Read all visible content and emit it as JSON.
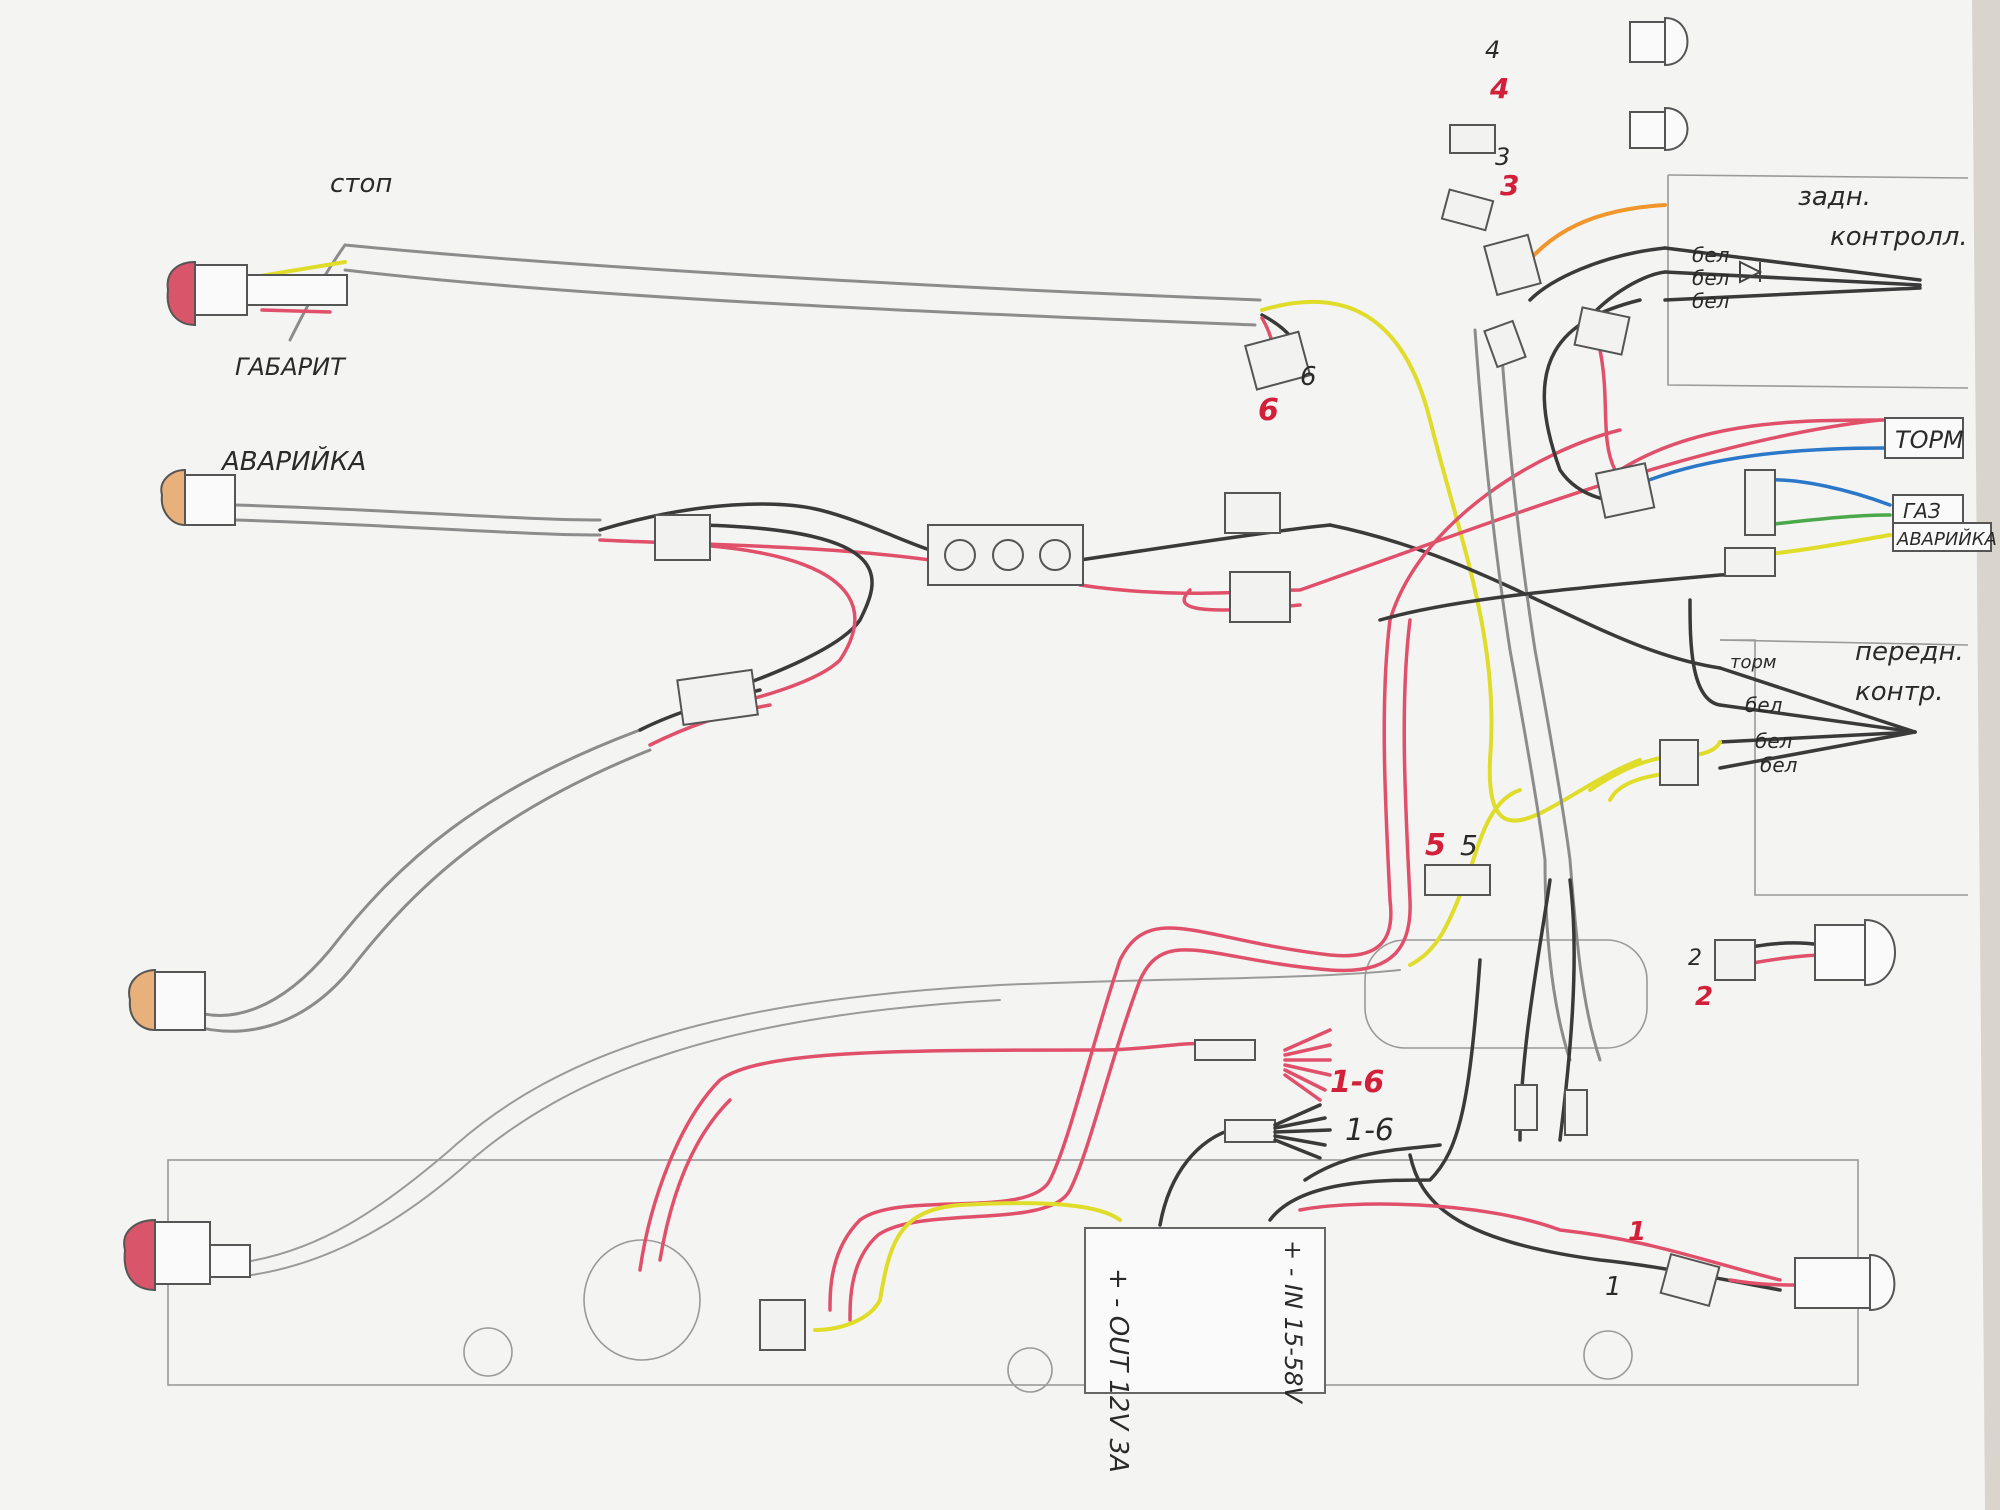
{
  "labels": {
    "stop": "стоп",
    "gabarit": "ГАБАРИТ",
    "avariyka": "АВАРИЙКА",
    "rear_control": "задн.\nконтролл.",
    "front_control": "передн.\nконтр.",
    "torm": "ТОРМ",
    "gaz": "ГАЗ",
    "avariyka_short": "АВАРИЙКА",
    "bel": "бел",
    "torm_small": "торм",
    "range_1_6": "1-6",
    "n1": "1",
    "n2": "2",
    "n3": "3",
    "n4": "4",
    "n5": "5",
    "n6": "6",
    "psu_left": "+ - OUT 12V 3A",
    "psu_right": "+ - IN 15-58V"
  },
  "colors": {
    "paper": "#f4f4f2",
    "wire_red": "#e0506a",
    "wire_yellow": "#e0dc2a",
    "wire_dark": "#3a3a3a",
    "wire_orange": "#f0962c",
    "wire_blue": "#2b78c9",
    "wire_green": "#4aa84a"
  },
  "icons": [
    "led-lamp-icon",
    "connector-icon",
    "diode-icon",
    "power-supply-icon",
    "switch-block-icon"
  ]
}
